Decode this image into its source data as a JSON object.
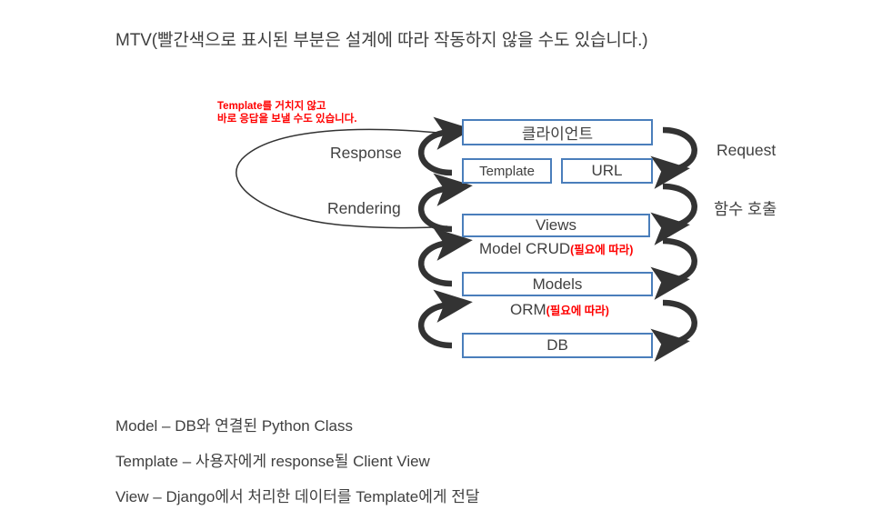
{
  "title": "MTV(빨간색으로 표시된 부분은 설계에 따라 작동하지 않을 수도 있습니다.)",
  "annotation": {
    "line1": "Template를 거치지 않고",
    "line2": "바로 응답을 보낼 수도 있습니다.",
    "color": "#ff0000"
  },
  "diagram": {
    "box_border_color": "#4a7ebb",
    "arrow_color": "#333333",
    "boxes": [
      {
        "id": "client",
        "label": "클라이언트"
      },
      {
        "id": "template",
        "label": "Template"
      },
      {
        "id": "url",
        "label": "URL"
      },
      {
        "id": "views",
        "label": "Views"
      },
      {
        "id": "models",
        "label": "Models"
      },
      {
        "id": "db",
        "label": "DB"
      }
    ],
    "edge_labels": [
      {
        "id": "model-crud",
        "text": "Model CRUD",
        "note": "(필요에 따라)"
      },
      {
        "id": "orm",
        "text": "ORM",
        "note": "(필요에 따라)"
      }
    ],
    "side_labels": {
      "left": [
        {
          "id": "response",
          "label": "Response"
        },
        {
          "id": "rendering",
          "label": "Rendering"
        }
      ],
      "right": [
        {
          "id": "request",
          "label": "Request"
        },
        {
          "id": "funcall",
          "label": "함수 호출"
        }
      ]
    }
  },
  "notes": [
    "Model – DB와 연결된 Python Class",
    "Template – 사용자에게 response될 Client View",
    "View – Django에서 처리한 데이터를 Template에게 전달"
  ]
}
